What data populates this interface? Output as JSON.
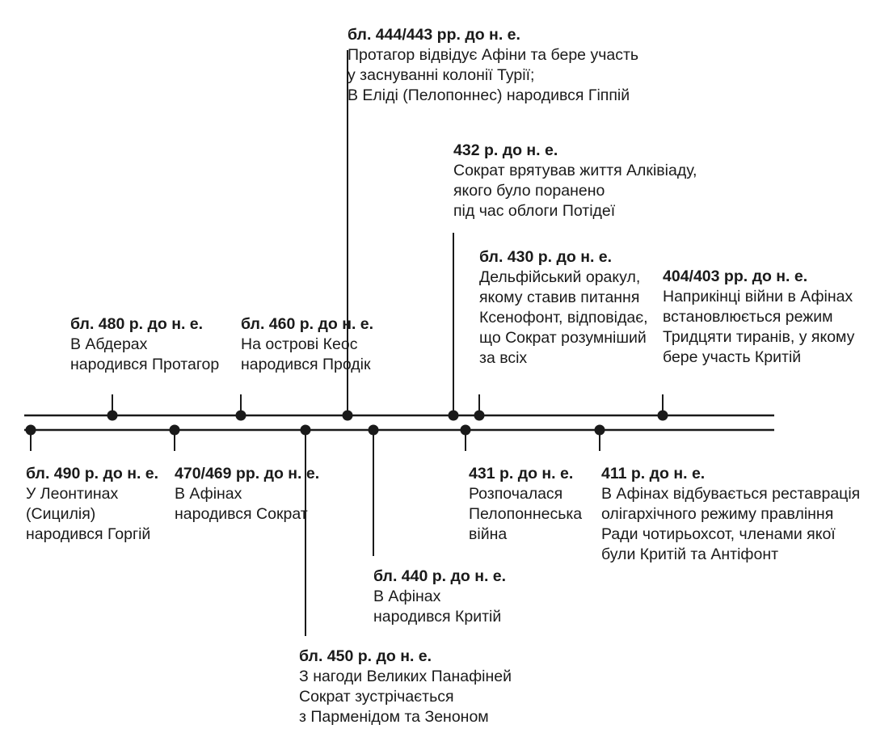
{
  "events": [
    {
      "id": "e490",
      "date": "бл. 490 р. до н. е.",
      "lines": [
        "У Леонтинах",
        "(Сицилія)",
        "народився Горгій"
      ]
    },
    {
      "id": "e480",
      "date": "бл. 480 р. до н. е.",
      "lines": [
        "В Абдерах",
        "народився Протагор"
      ]
    },
    {
      "id": "e470",
      "date": "470/469 рр. до н. е.",
      "lines": [
        "В Афінах",
        "народився Сократ"
      ]
    },
    {
      "id": "e460",
      "date": "бл. 460 р. до н. е.",
      "lines": [
        "На острові Кеос",
        "народився Продік"
      ]
    },
    {
      "id": "e450",
      "date": "бл. 450 р. до н. е.",
      "lines": [
        "З нагоди Великих Панафіней",
        "Сократ зустрічається",
        "з Парменідом та Зеноном"
      ]
    },
    {
      "id": "e444",
      "date": "бл. 444/443 рр. до н. е.",
      "lines": [
        "Протагор відвідує Афіни та бере участь",
        "у заснуванні колонії Турії;",
        "В Еліді (Пелопоннес) народився Гіппій"
      ]
    },
    {
      "id": "e440",
      "date": "бл. 440 р. до н. е.",
      "lines": [
        "В Афінах",
        "народився Критій"
      ]
    },
    {
      "id": "e432",
      "date": "432 р. до н. е.",
      "lines": [
        "Сократ врятував життя Алківіаду,",
        "якого було поранено",
        "під час облоги Потідеї"
      ]
    },
    {
      "id": "e431",
      "date": "431 р. до н. е.",
      "lines": [
        "Розпочалася",
        "Пелопоннеська",
        "війна"
      ]
    },
    {
      "id": "e430",
      "date": "бл. 430 р. до н. е.",
      "lines": [
        "Дельфійський оракул,",
        "якому ставив питання",
        "Ксенофонт, відповідає,",
        "що Сократ розумніший",
        "за всіх"
      ]
    },
    {
      "id": "e411",
      "date": "411 р. до н. е.",
      "lines": [
        "В Афінах відбувається реставрація",
        "олігархічного режиму правління",
        "Ради чотирьохсот, членами якої",
        "були Критій та Антіфонт"
      ]
    },
    {
      "id": "e404",
      "date": "404/403 рр. до н. е.",
      "lines": [
        "Наприкінці війни в Афінах",
        "встановлюється режим",
        "Тридцяти тиранів, у якому",
        "бере участь Критій"
      ]
    }
  ],
  "colors": {
    "ink": "#1a1a1a",
    "background": "#ffffff"
  }
}
